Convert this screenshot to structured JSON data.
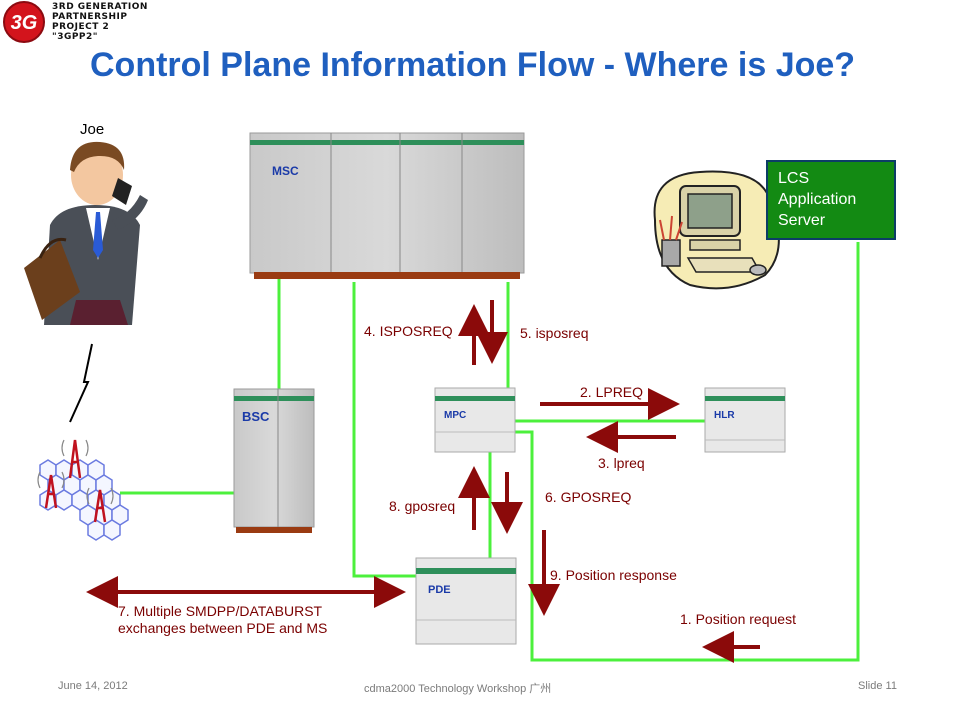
{
  "logo": {
    "badge_text": "3G",
    "lines": [
      "3RD GENERATION",
      "PARTNERSHIP",
      "PROJECT 2",
      "\"3GPP2\""
    ]
  },
  "title": "Control Plane Information Flow - Where is Joe?",
  "nodes": {
    "joe": "Joe",
    "msc": "MSC",
    "bsc": "BSC",
    "mpc": "MPC",
    "hlr": "HLR",
    "pde": "PDE",
    "lcs_lines": [
      "LCS",
      "Application",
      "Server"
    ]
  },
  "messages": {
    "m1": "1. Position request",
    "m2": "2. LPREQ",
    "m3": "3. lpreq",
    "m4": "4. ISPOSREQ",
    "m5": "5. isposreq",
    "m6": "6. GPOSREQ",
    "m7_lines": [
      "7. Multiple SMDPP/DATABURST",
      "exchanges between PDE and MS"
    ],
    "m8": "8. gposreq",
    "m9": "9. Position response"
  },
  "footer": {
    "date": "June 14, 2012",
    "center": "cdma2000 Technology Workshop 广州",
    "slide": "Slide 11"
  },
  "colors": {
    "title": "#1f5fbf",
    "link_line": "#4cf03c",
    "arrow": "#8b0a0a",
    "server_box": "#138a13",
    "node_label": "#1a3aa8"
  },
  "icons": [
    "3g-logo-icon",
    "person-on-phone-icon",
    "cell-tower-icon",
    "computer-icon",
    "lightning-icon"
  ]
}
